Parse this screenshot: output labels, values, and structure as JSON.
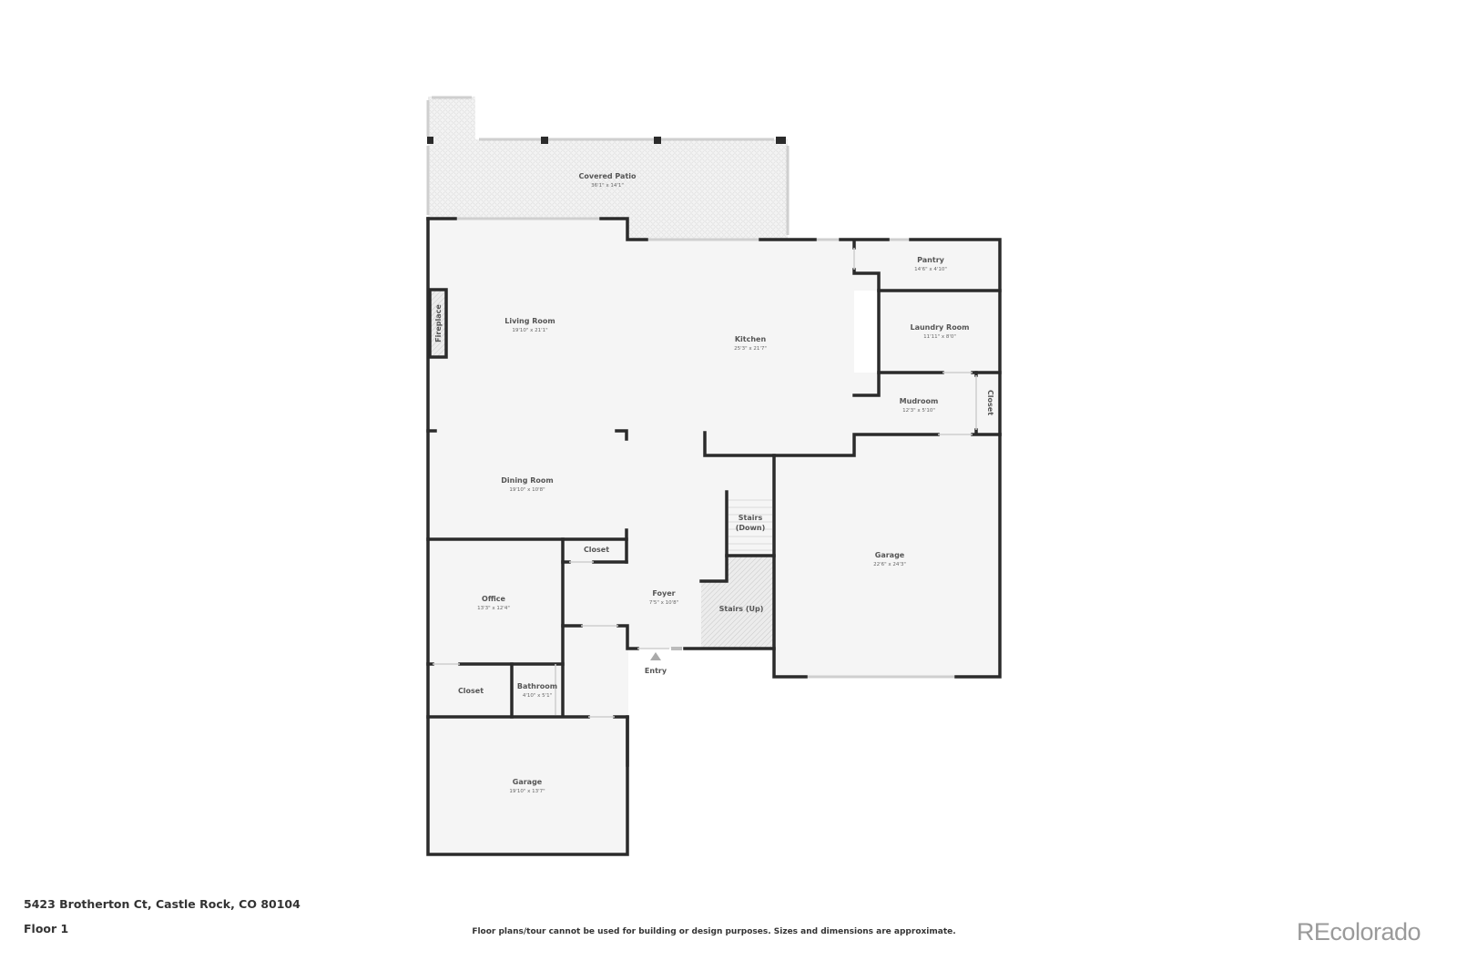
{
  "property": {
    "address": "5423 Brotherton Ct, Castle Rock, CO 80104",
    "floor": "Floor 1"
  },
  "disclaimer": "Floor plans/tour cannot be used for building or design purposes. Sizes and dimensions are approximate.",
  "brand": "REcolorado",
  "colors": {
    "wall": "#2b2b2b",
    "floor": "#f5f5f5",
    "window": "#d8d8d8",
    "text": "#555555",
    "brand": "#9a9a9a"
  },
  "rooms": {
    "covered_patio": {
      "name": "Covered Patio",
      "dim": "36'1\" x 14'1\""
    },
    "living_room": {
      "name": "Living Room",
      "dim": "19'10\" x 21'1\""
    },
    "kitchen": {
      "name": "Kitchen",
      "dim": "25'3\" x 21'7\""
    },
    "pantry": {
      "name": "Pantry",
      "dim": "14'6\" x 4'10\""
    },
    "laundry_room": {
      "name": "Laundry Room",
      "dim": "11'11\" x 8'0\""
    },
    "mudroom": {
      "name": "Mudroom",
      "dim": "12'3\" x 5'10\""
    },
    "mudroom_closet": {
      "name": "Closet"
    },
    "fireplace": {
      "name": "Fireplace"
    },
    "dining_room": {
      "name": "Dining Room",
      "dim": "19'10\" x 10'8\""
    },
    "stairs_down": {
      "name": "Stairs",
      "name2": "(Down)"
    },
    "stairs_up": {
      "name": "Stairs (Up)"
    },
    "garage_main": {
      "name": "Garage",
      "dim": "22'6\" x 24'3\""
    },
    "foyer_closet": {
      "name": "Closet"
    },
    "office": {
      "name": "Office",
      "dim": "13'3\" x 12'4\""
    },
    "foyer": {
      "name": "Foyer",
      "dim": "7'5\" x 10'8\""
    },
    "entry": {
      "name": "Entry"
    },
    "office_closet": {
      "name": "Closet"
    },
    "bathroom": {
      "name": "Bathroom",
      "dim": "4'10\" x 5'1\""
    },
    "garage_small": {
      "name": "Garage",
      "dim": "19'10\" x 13'7\""
    }
  }
}
